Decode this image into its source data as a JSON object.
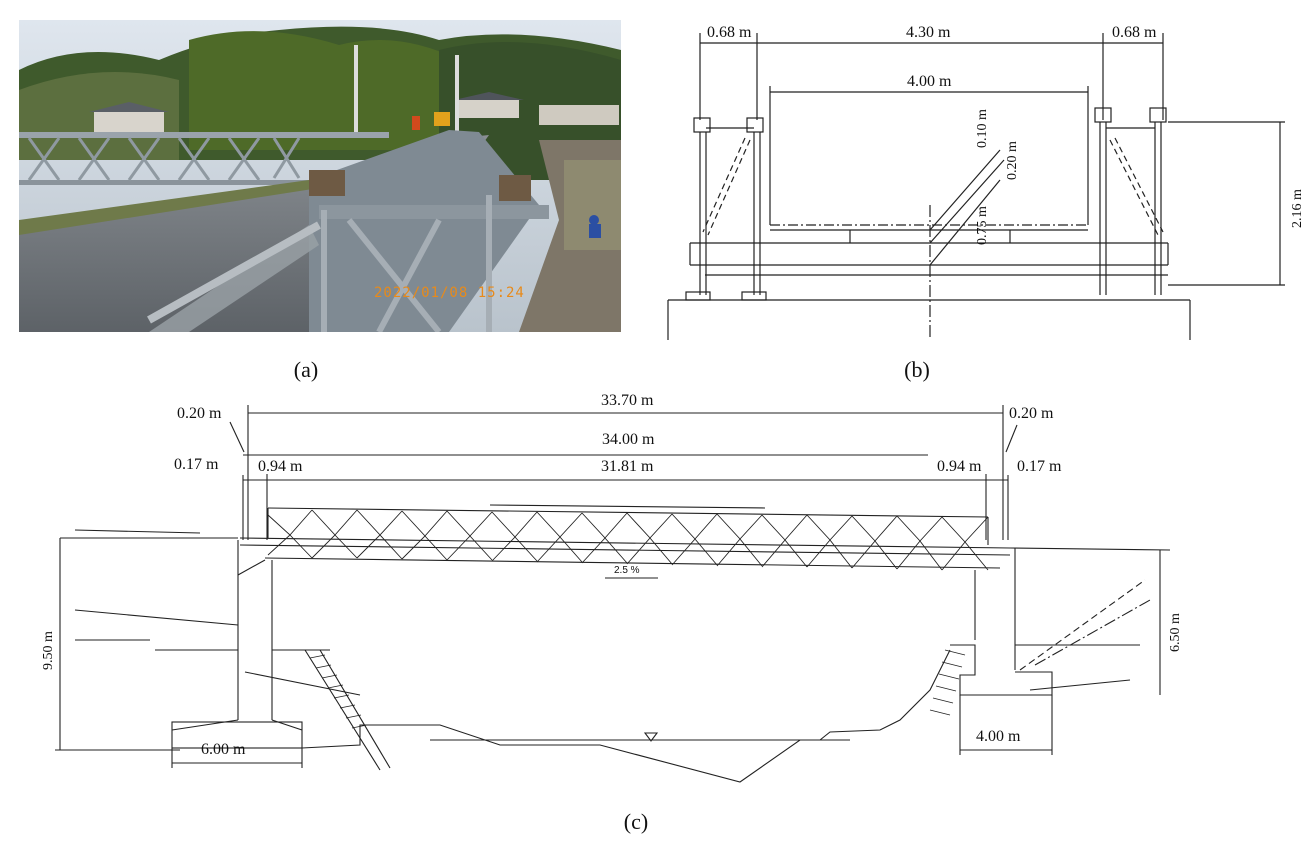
{
  "panels": {
    "a": {
      "caption": "(a)",
      "timestamp": "2022/01/08 15:24"
    },
    "b": {
      "caption": "(b)",
      "dims": {
        "left_top": "0.68 m",
        "mid_top": "4.30 m",
        "right_top": "0.68 m",
        "inner": "4.00 m",
        "d1": "0.10 m",
        "d2": "0.20 m",
        "d3": "0.75 m",
        "height": "2.16 m"
      }
    },
    "c": {
      "caption": "(c)",
      "dims": {
        "top_total": "33.70 m",
        "left_020": "0.20 m",
        "right_020": "0.20 m",
        "span": "34.00 m",
        "left_017": "0.17 m",
        "left_094": "0.94 m",
        "mid": "31.81 m",
        "right_094": "0.94 m",
        "right_017": "0.17 m",
        "slope": "2.5 %",
        "left_height": "9.50 m",
        "right_height": "6.50 m",
        "left_footing": "6.00 m",
        "right_footing": "4.00 m"
      }
    }
  }
}
